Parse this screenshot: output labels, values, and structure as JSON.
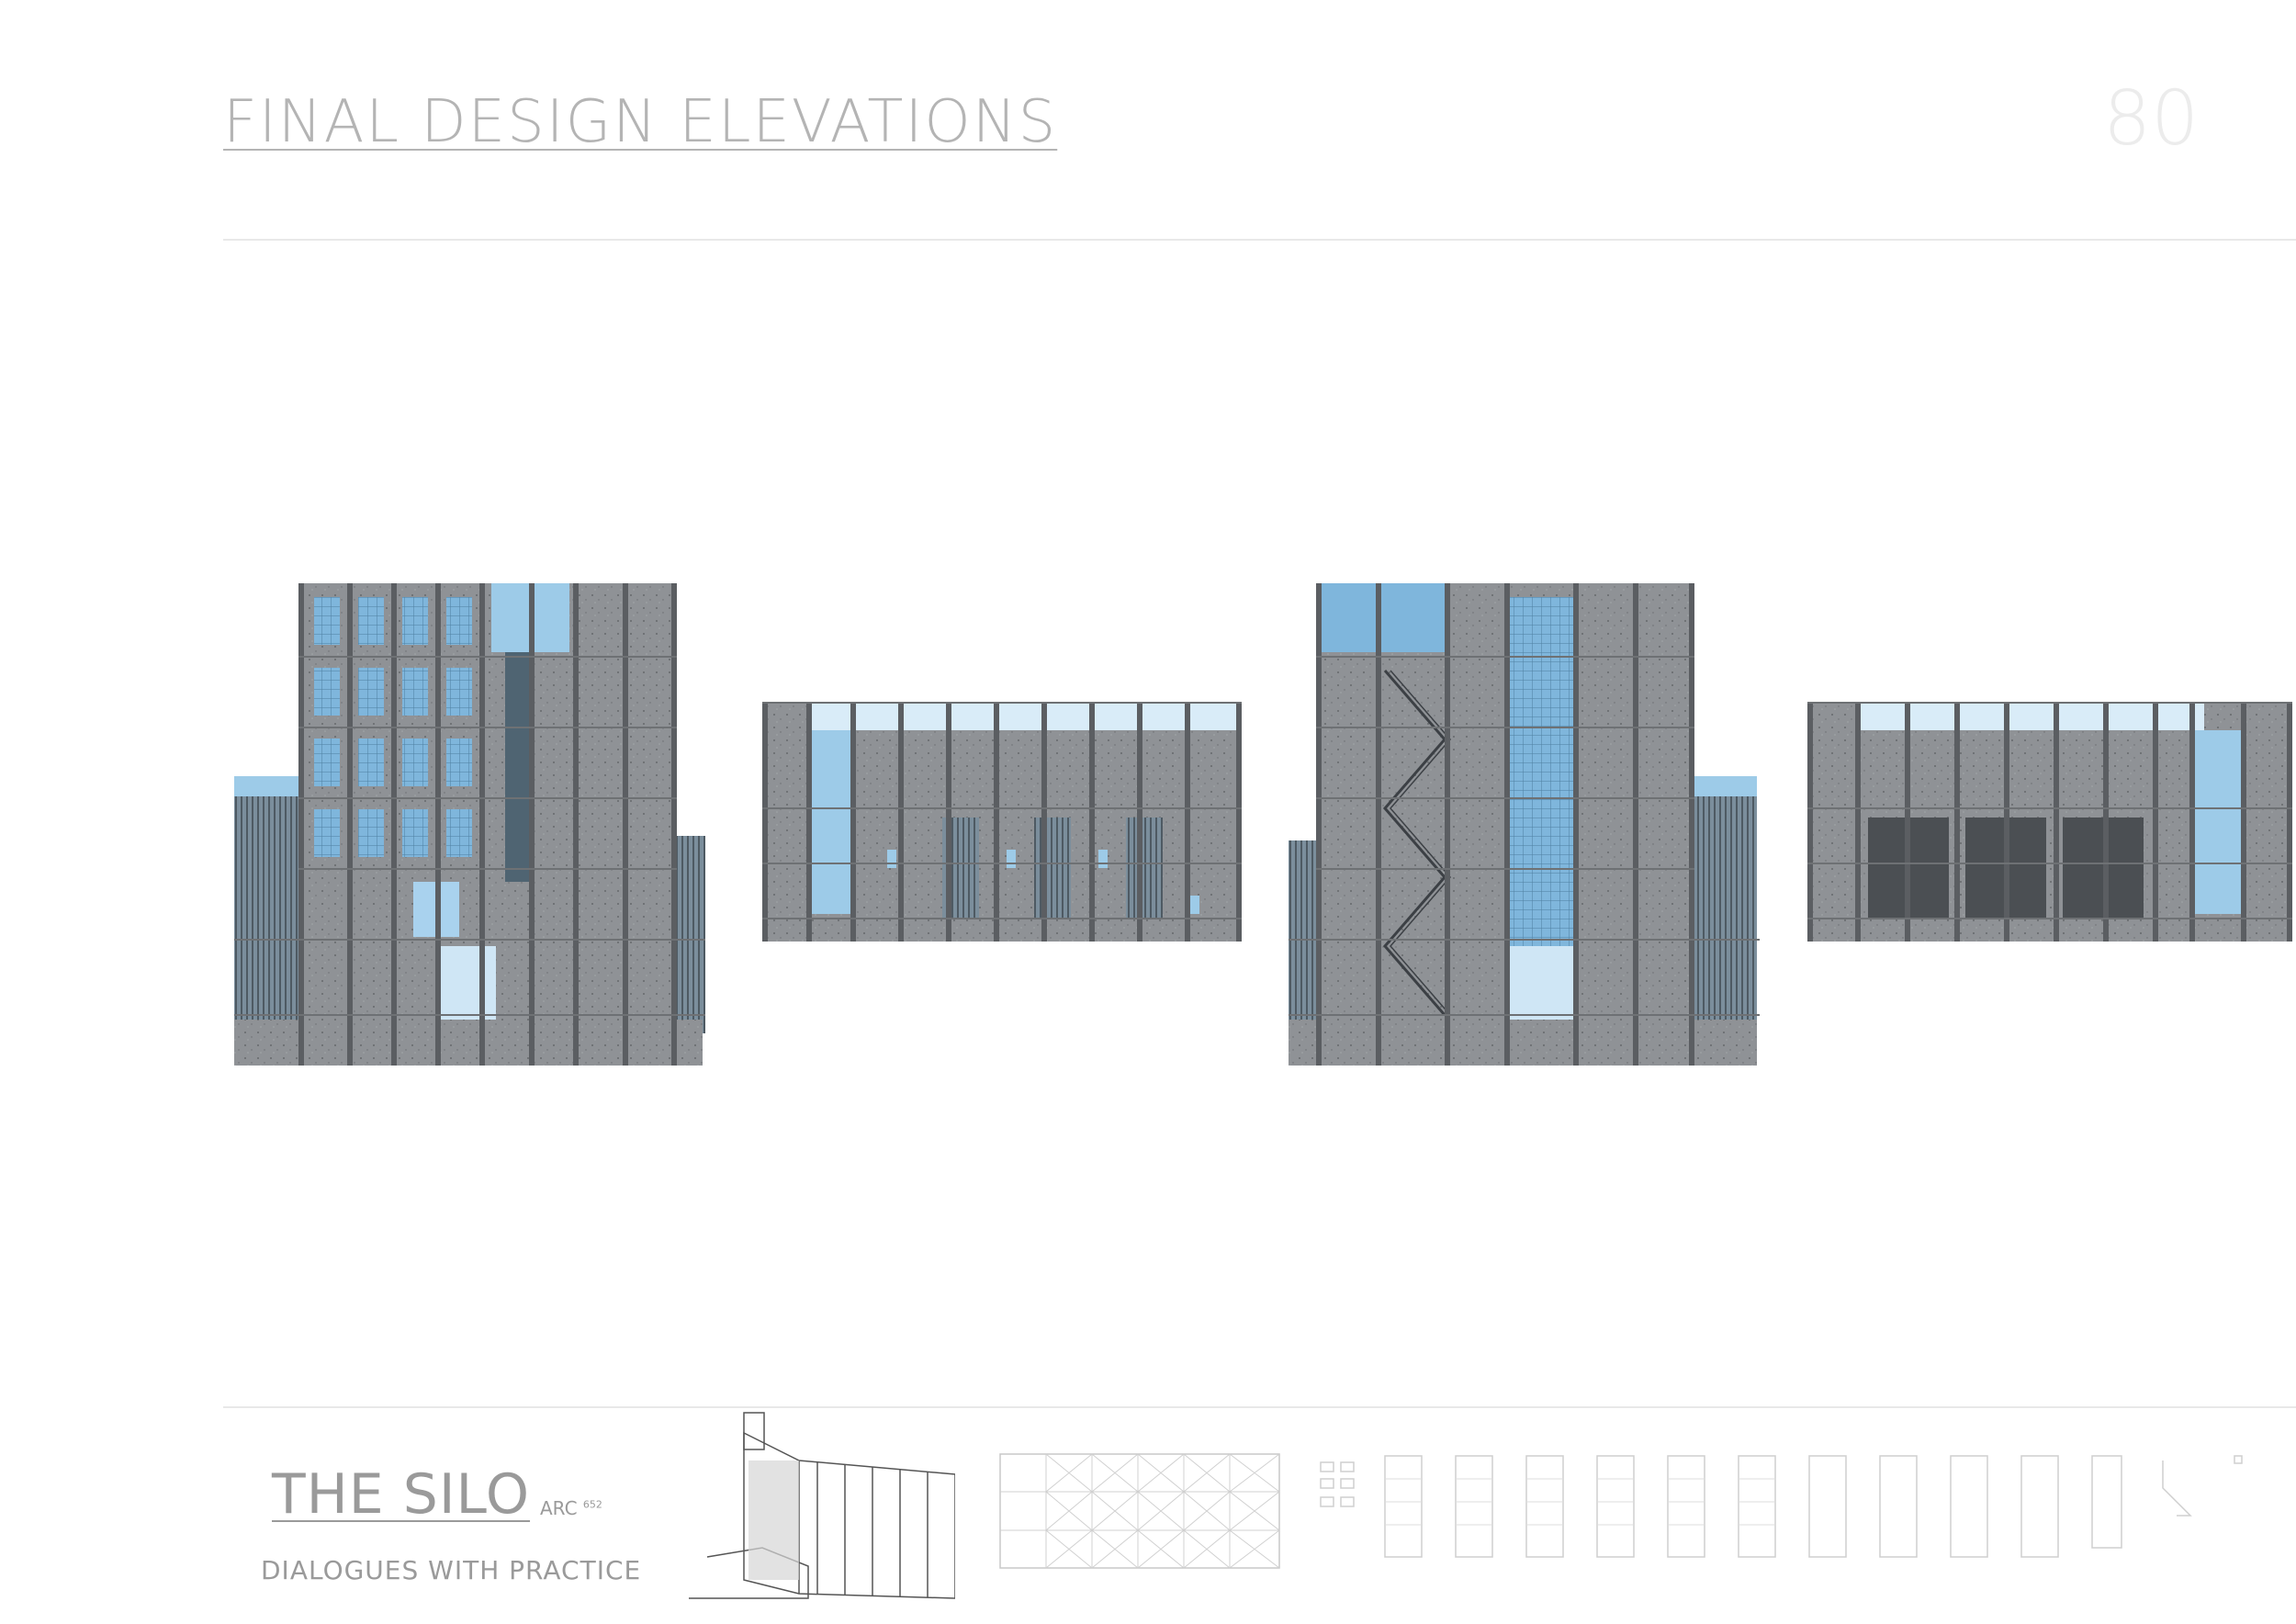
{
  "header": {
    "title": "FINAL DESIGN ELEVATIONS",
    "page_number": "80"
  },
  "footer": {
    "project_title": "THE SILO",
    "course_prefix": "ARC",
    "course_number": "652",
    "subtitle": "DIALOGUES WITH PRACTICE"
  },
  "colors": {
    "concrete": "#8f9296",
    "concrete_dark": "#6e7174",
    "frame": "#5b5e62",
    "glass": "#7fb6dc",
    "glass_light": "#cfe6f5",
    "text_muted": "#9a9a9a"
  }
}
